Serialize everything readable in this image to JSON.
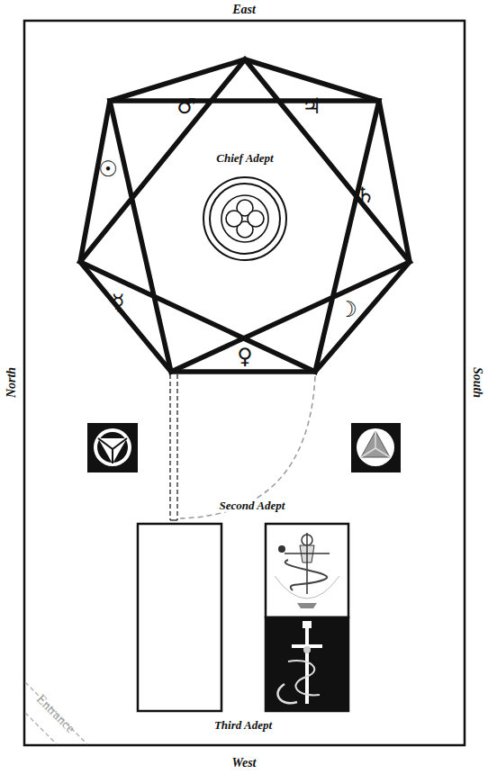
{
  "diagram": {
    "labels": [
      "East",
      "Chief Adept",
      "♂",
      "♃",
      "♄",
      "☽",
      "♀",
      "☿",
      "☉",
      "North",
      "South",
      "Second Adept",
      "Third Adept",
      "Entrance",
      "West"
    ]
  }
}
